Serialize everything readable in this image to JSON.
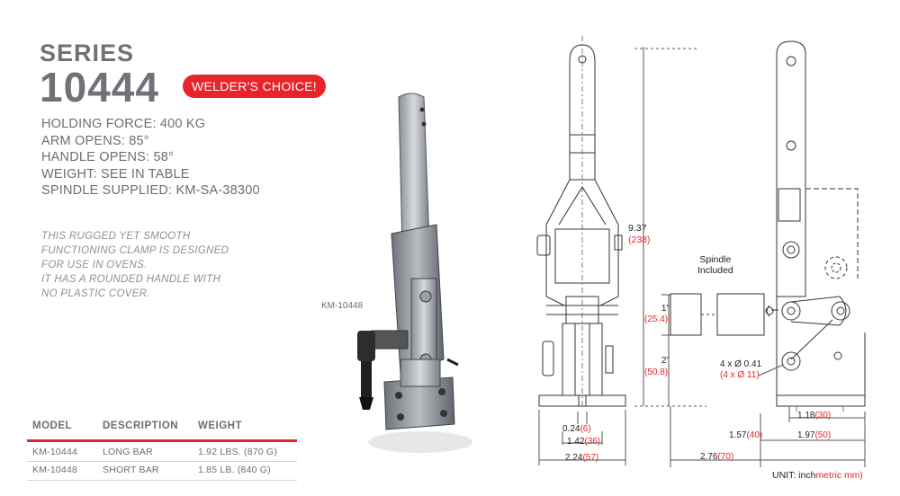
{
  "header": {
    "series_label": "SERIES",
    "series_number": "10444",
    "badge": "WELDER'S CHOICE!"
  },
  "specs": [
    "HOLDING FORCE: 400 KG",
    "ARM OPENS: 85°",
    "HANDLE OPENS: 58°",
    "WEIGHT: SEE IN TABLE",
    "SPINDLE SUPPLIED: KM-SA-38300"
  ],
  "description": [
    "THIS RUGGED YET SMOOTH",
    "FUNCTIONING CLAMP IS DESIGNED",
    "FOR USE IN OVENS.",
    "IT HAS A ROUNDED HANDLE WITH",
    "NO PLASTIC COVER."
  ],
  "photo_label": "KM-10448",
  "table": {
    "headers": [
      "MODEL",
      "DESCRIPTION",
      "WEIGHT"
    ],
    "rows": [
      [
        "KM-10444",
        "LONG BAR",
        "1.92 LBS. (870 G)"
      ],
      [
        "KM-10448",
        "SHORT BAR",
        "1.85 LB. (840 G)"
      ]
    ]
  },
  "drawing": {
    "height_in": "9.37",
    "height_mm": "(238)",
    "spindle_label_1": "Spindle",
    "spindle_label_2": "Included",
    "d1_in": "1\"",
    "d1_mm": "(25.4)",
    "d2_in": "2\"",
    "d2_mm": "(50.8)",
    "holes_in": "4 x Ø 0.41",
    "holes_mm": "(4 x Ø 11)",
    "w1_in": "0.24",
    "w1_mm": "(6)",
    "w2_in": "1.42",
    "w2_mm": "(36)",
    "w3_in": "2.24",
    "w3_mm": "(57)",
    "b1_in": "1.18",
    "b1_mm": "(30)",
    "b2_in": "1.57",
    "b2_mm": "(40)",
    "b3_in": "1.97",
    "b3_mm": "(50)",
    "b4_in": "2.76",
    "b4_mm": "(70)"
  },
  "unit": {
    "prefix": "UNIT: inch",
    "metric": "metric mm)"
  },
  "colors": {
    "accent": "#e8242b",
    "text": "#6b6e73",
    "drawing": "#333333"
  }
}
